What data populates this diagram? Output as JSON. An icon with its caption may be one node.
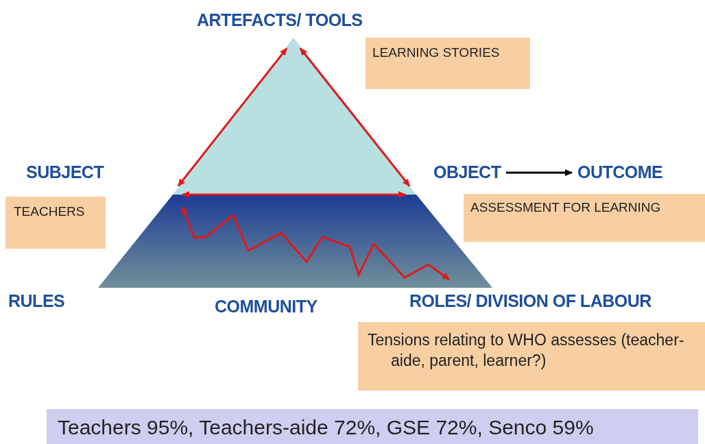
{
  "diagram": {
    "nodes": [
      {
        "text": [
          "ARTEFACTS/ TOOLS"
        ]
      },
      {
        "text": [
          "LEARNING STORIES"
        ]
      },
      {
        "text": [
          "SUBJECT"
        ]
      },
      {
        "text": [
          "TEACHERS"
        ]
      },
      {
        "text": [
          "OBJECT"
        ]
      },
      {
        "text": [
          "OUTCOME"
        ]
      },
      {
        "text": [
          "ASSESSMENT FOR LEARNING"
        ]
      },
      {
        "text": [
          "RULES"
        ]
      },
      {
        "text": [
          "COMMUNITY"
        ]
      },
      {
        "text": [
          "ROLES/ DIVISION OF LABOUR"
        ]
      },
      {
        "text": [
          "Tensions relating to WHO assesses (teacher-aide, parent, learner?)"
        ]
      },
      {
        "text": [
          "Teachers 95%, Teachers-aide 72%, GSE 72%, Senco 59%"
        ]
      }
    ],
    "edges": [
      {
        "from": 4,
        "to": 5,
        "arrow": "to"
      }
    ]
  }
}
